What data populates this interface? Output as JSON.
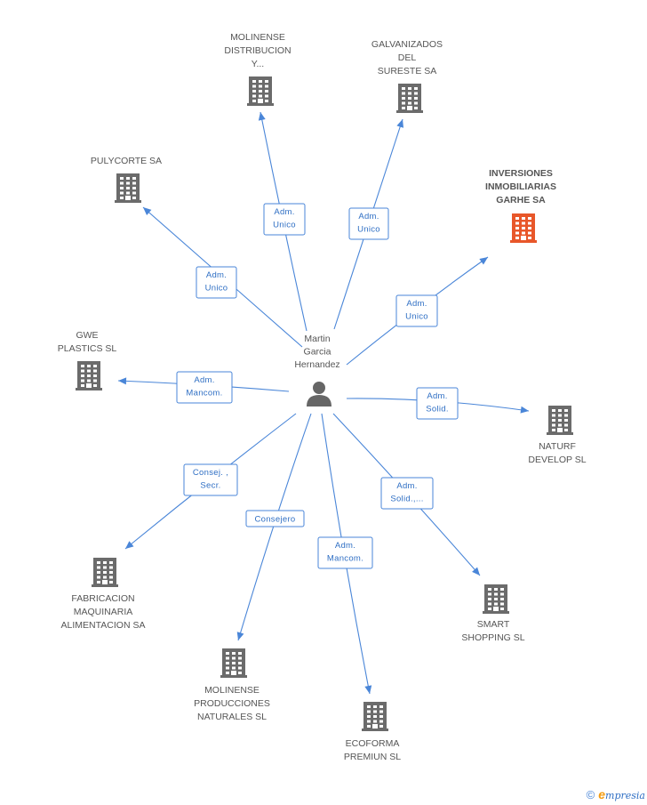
{
  "center": {
    "label_lines": [
      "Martin",
      "Garcia",
      "Hernandez"
    ],
    "icon": "person-icon"
  },
  "companies": [
    {
      "id": "molinense-distribucion",
      "lines": [
        "MOLINENSE",
        "DISTRIBUCION",
        "Y..."
      ],
      "highlight": false,
      "role_lines": [
        "Adm.",
        "Unico"
      ]
    },
    {
      "id": "galvanizados",
      "lines": [
        "GALVANIZADOS",
        "DEL",
        "SURESTE SA"
      ],
      "highlight": false,
      "role_lines": [
        "Adm.",
        "Unico"
      ]
    },
    {
      "id": "pulycorte",
      "lines": [
        "PULYCORTE SA"
      ],
      "highlight": false,
      "role_lines": [
        "Adm.",
        "Unico"
      ]
    },
    {
      "id": "inversiones",
      "lines": [
        "INVERSIONES",
        "INMOBILIARIAS",
        "GARHE SA"
      ],
      "highlight": true,
      "role_lines": [
        "Adm.",
        "Unico"
      ]
    },
    {
      "id": "gwe",
      "lines": [
        "GWE",
        "PLASTICS SL"
      ],
      "highlight": false,
      "role_lines": [
        "Adm.",
        "Mancom."
      ]
    },
    {
      "id": "naturf",
      "lines": [
        "NATURF",
        "DEVELOP SL"
      ],
      "highlight": false,
      "role_lines": [
        "Adm.",
        "Solid."
      ]
    },
    {
      "id": "fabricacion",
      "lines": [
        "FABRICACION",
        "MAQUINARIA",
        "ALIMENTACION SA"
      ],
      "highlight": false,
      "role_lines": [
        "Consej. ,",
        "Secr."
      ]
    },
    {
      "id": "smart",
      "lines": [
        "SMART",
        "SHOPPING SL"
      ],
      "highlight": false,
      "role_lines": [
        "Adm.",
        "Solid.,..."
      ]
    },
    {
      "id": "molinense-producciones",
      "lines": [
        "MOLINENSE",
        "PRODUCCIONES",
        "NATURALES SL"
      ],
      "highlight": false,
      "role_lines": [
        "Consejero"
      ]
    },
    {
      "id": "ecoforma",
      "lines": [
        "ECOFORMA",
        "PREMIUN SL"
      ],
      "highlight": false,
      "role_lines": [
        "Adm.",
        "Mancom."
      ]
    }
  ],
  "colors": {
    "edge": "#4a86d8",
    "building": "#6b6b6b",
    "highlight": "#e8572a"
  },
  "footer": {
    "copyright": "©",
    "brand_initial": "e",
    "brand_rest": "mpresia"
  }
}
